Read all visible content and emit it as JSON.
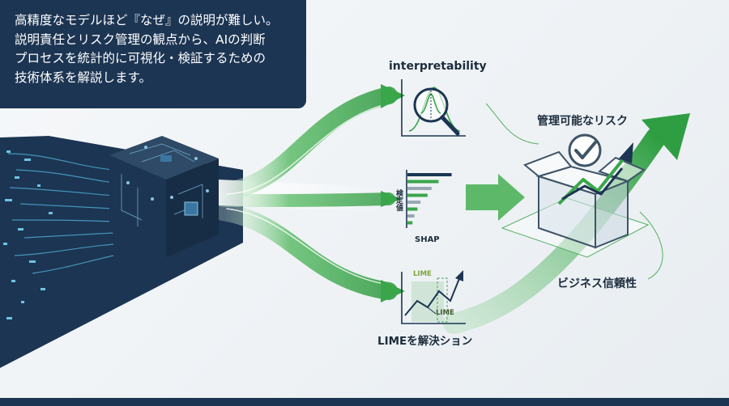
{
  "intro": {
    "text": "高精度なモデルほど『なぜ』の説明が難しい。\n説明責任とリスク管理の観点から、AIの判断\nプロセスを統計的に可視化・検証するための\n技術体系を解説します。"
  },
  "labels": {
    "interpretability": "interpretability",
    "shap": "SHAP",
    "shap_vertical": "検定値",
    "lime_title": "LIMEを解決ション",
    "lime_tag_top": "LIME",
    "lime_tag_bottom": "LIME",
    "managed_risk": "管理可能なリスク",
    "business_trust": "ビジネス信頼性"
  },
  "icons": {
    "model": "black-box-ai-cube-icon",
    "interpretability": "magnifier-distribution-icon",
    "shap": "feature-importance-bars-icon",
    "lime": "line-chart-trend-icon",
    "risk": "open-box-checkmark-icon"
  },
  "colors": {
    "navy": "#1c3553",
    "green": "#3aa64a",
    "light_green": "#8fd39a",
    "text": "#1c2c3c"
  },
  "shap_importance": [
    0.88,
    0.62,
    0.48,
    0.4,
    0.26,
    0.2,
    0.14,
    0.1
  ]
}
